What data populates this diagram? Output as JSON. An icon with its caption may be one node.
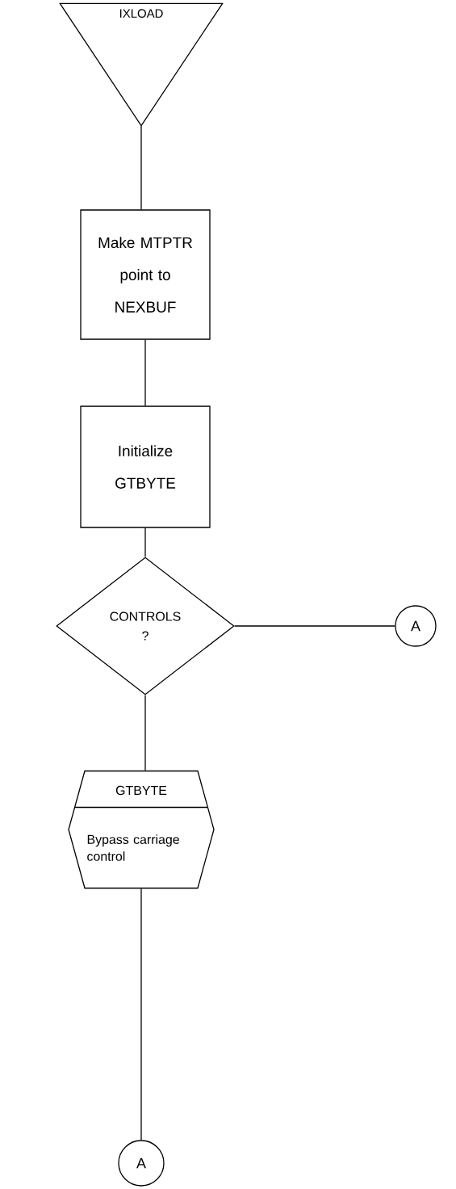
{
  "diagram": {
    "nodes": [
      {
        "text": [
          "IXLOAD"
        ]
      },
      {
        "text": [
          "Make MTPTR point to NEXBUF"
        ]
      },
      {
        "text": [
          "Initialize GTBYTE"
        ]
      },
      {
        "text": [
          "CONTROLS ?"
        ]
      },
      {
        "text": [
          "A"
        ]
      },
      {
        "text": [
          "GTBYTE",
          "Bypass carriage control"
        ]
      },
      {
        "text": [
          "A"
        ]
      }
    ],
    "edges": [
      {
        "from": 0,
        "to": 1,
        "arrow": "none"
      },
      {
        "from": 1,
        "to": 2,
        "arrow": "none"
      },
      {
        "from": 2,
        "to": 3,
        "arrow": "none"
      },
      {
        "from": 3,
        "to": 4,
        "arrow": "none"
      },
      {
        "from": 3,
        "to": 5,
        "arrow": "none"
      },
      {
        "from": 5,
        "to": 6,
        "arrow": "none"
      }
    ]
  }
}
